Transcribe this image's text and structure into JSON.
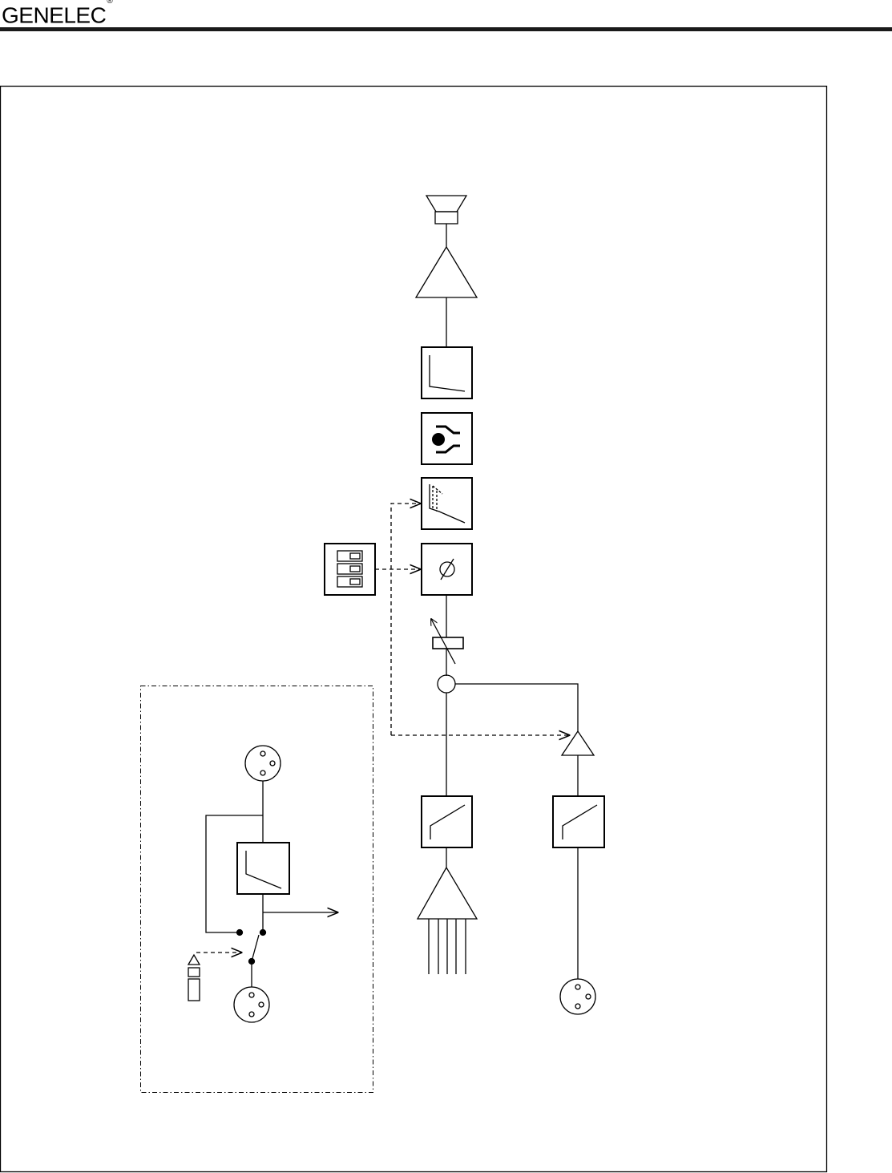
{
  "header": {
    "brand": "GENELEC",
    "registered_mark": "®"
  },
  "colors": {
    "ink": "#000000",
    "rule": "#1a1a1a",
    "background": "#ffffff"
  },
  "diagram": {
    "blocks": [
      {
        "id": "driver",
        "icon": "loudspeaker-icon"
      },
      {
        "id": "power-amplifier",
        "icon": "amplifier-triangle-icon"
      },
      {
        "id": "low-pass-filter",
        "icon": "lowpass-filter-icon"
      },
      {
        "id": "protection",
        "icon": "driver-protection-icon"
      },
      {
        "id": "tone-controls",
        "icon": "tone-control-filter-icon"
      },
      {
        "id": "phase-control",
        "icon": "phase-icon"
      },
      {
        "id": "control-switches",
        "icon": "dip-switch-icon"
      },
      {
        "id": "input-level",
        "icon": "variable-resistor-icon"
      },
      {
        "id": "summing-node",
        "icon": "summing-node-icon"
      },
      {
        "id": "lfe-amplifier",
        "icon": "amplifier-triangle-icon"
      },
      {
        "id": "high-pass-filter-main",
        "icon": "highpass-filter-icon"
      },
      {
        "id": "high-pass-filter-lfe",
        "icon": "highpass-filter-icon"
      },
      {
        "id": "input-summing",
        "icon": "multi-input-summing-icon"
      },
      {
        "id": "lfe-input",
        "icon": "xlr-connector-icon"
      },
      {
        "id": "bass-management-output",
        "icon": "xlr-connector-icon"
      },
      {
        "id": "bass-management-filter",
        "icon": "lowpass-filter-icon"
      },
      {
        "id": "bass-management-input",
        "icon": "xlr-connector-icon"
      },
      {
        "id": "bypass-switch",
        "icon": "switch-icon"
      },
      {
        "id": "remote-jack",
        "icon": "jack-plug-icon"
      }
    ]
  }
}
